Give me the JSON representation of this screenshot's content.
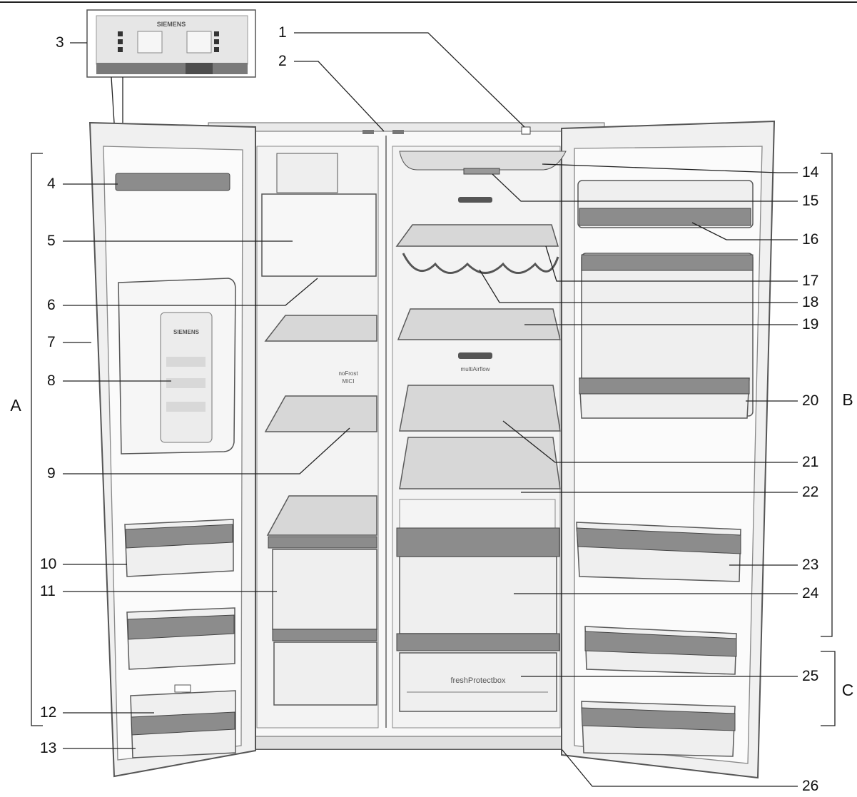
{
  "brand": {
    "panel_brand": "SIEMENS",
    "dispenser_brand": "SIEMENS"
  },
  "interior_labels": {
    "freezer_wall": "noFrost",
    "freezer_wall_sub": "MICI",
    "fridge_wall": "multiAirflow",
    "crisper": "freshProtectbox"
  },
  "callouts": [
    "1",
    "2",
    "3",
    "4",
    "5",
    "6",
    "7",
    "8",
    "9",
    "10",
    "11",
    "12",
    "13",
    "14",
    "15",
    "16",
    "17",
    "18",
    "19",
    "20",
    "21",
    "22",
    "23",
    "24",
    "25",
    "26"
  ],
  "brackets": [
    "A",
    "B",
    "C"
  ],
  "colors": {
    "line": "#222222",
    "glass": "#d7d7d7",
    "rim": "#8c8c8c",
    "background": "#ffffff"
  }
}
